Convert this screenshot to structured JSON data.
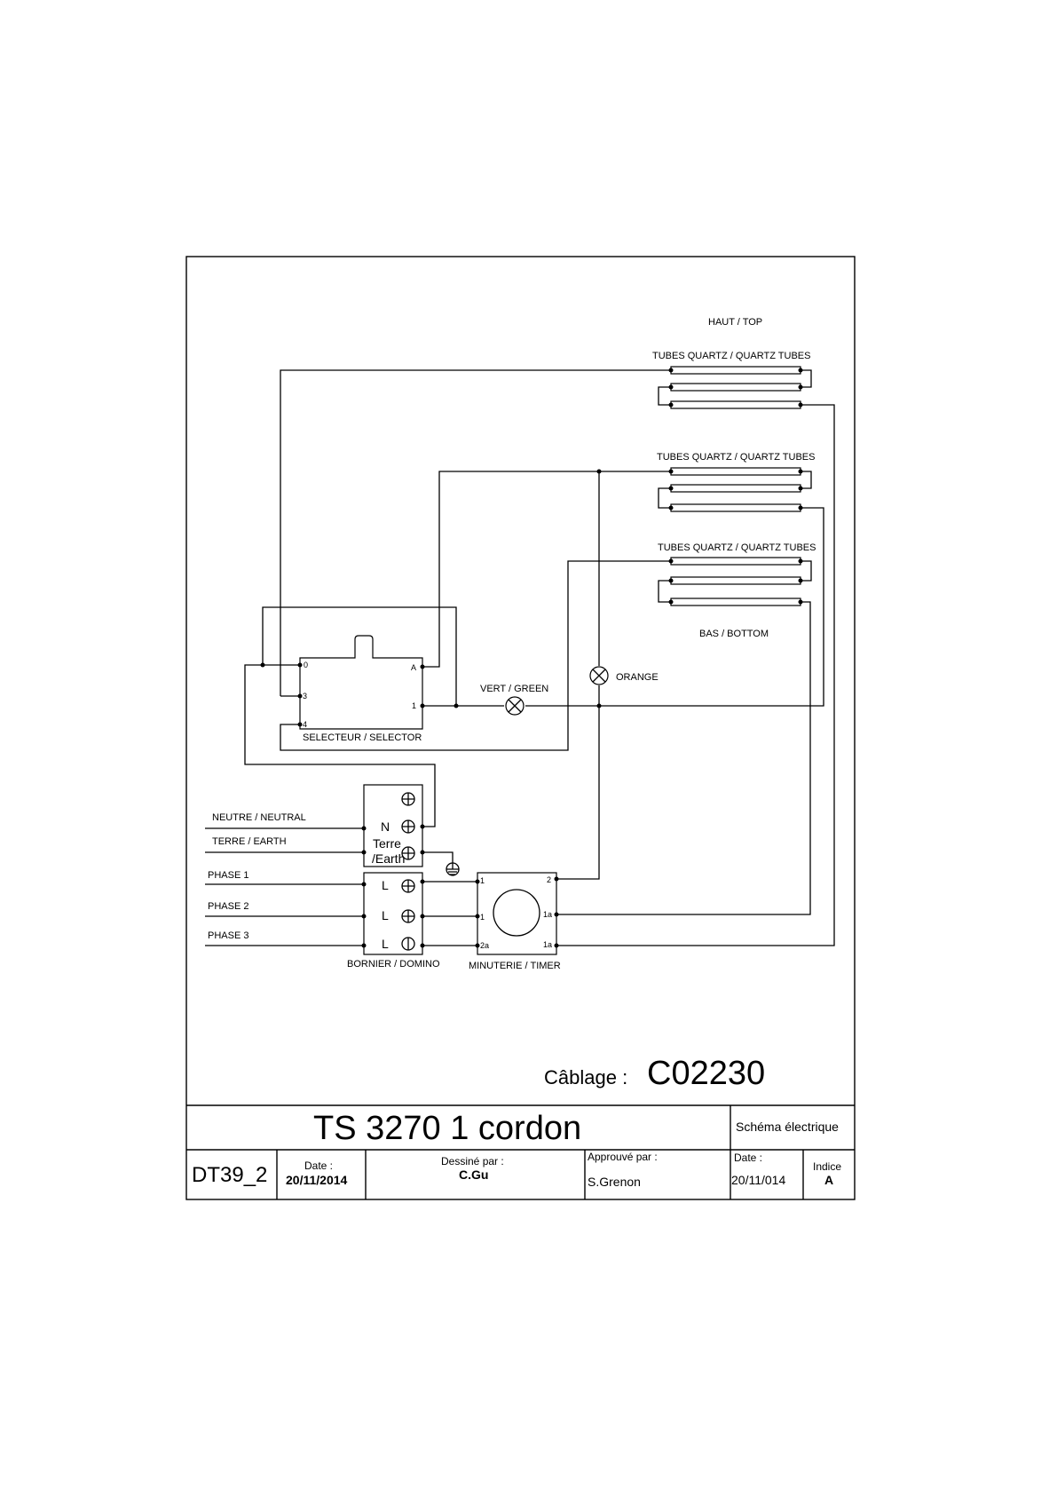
{
  "diagram": {
    "labels": {
      "top": "HAUT / TOP",
      "tubes_1": "TUBES QUARTZ / QUARTZ TUBES",
      "tubes_2": "TUBES QUARTZ / QUARTZ TUBES",
      "tubes_3": "TUBES QUARTZ / QUARTZ TUBES",
      "bottom": "BAS / BOTTOM",
      "orange": "ORANGE",
      "green": "VERT / GREEN",
      "selector": "SELECTEUR / SELECTOR",
      "neutral": "NEUTRE / NEUTRAL",
      "earth": "TERRE / EARTH",
      "phase1": "PHASE 1",
      "phase2": "PHASE 2",
      "phase3": "PHASE 3",
      "terminal_block": "BORNIER / DOMINO",
      "timer": "MINUTERIE / TIMER"
    },
    "selector_terminals": {
      "t0": "0",
      "t3": "3",
      "t4": "4",
      "tA": "A",
      "t1": "1"
    },
    "terminal_block_marks": {
      "n": "N",
      "terre": "Terre",
      "earth": "/Earth",
      "l1": "L",
      "l2": "L",
      "l3": "L"
    },
    "timer_terminals": {
      "in1": "1",
      "in2": "1",
      "in3": "2a",
      "out2": "2",
      "out1a_1": "1a",
      "out1a_2": "1a"
    }
  },
  "cabling": {
    "label": "Câblage :",
    "code": "C02230"
  },
  "title_block": {
    "title": "TS 3270 1 cordon",
    "schema": "Schéma électrique",
    "doc_id": "DT39_2",
    "date_label": "Date :",
    "date_value": "20/11/2014",
    "drawn_label": "Dessiné par :",
    "drawn_value": "C.Gu",
    "approved_label": "Approuvé par :",
    "approved_value": "S.Grenon",
    "date2_label": "Date :",
    "date2_value": "20/11/014",
    "index_label": "Indice",
    "index_value": "A"
  },
  "colors": {
    "ink": "#000000",
    "paper": "#ffffff"
  },
  "icons": [
    "lamp-icon",
    "earth-ground-icon",
    "screw-terminal-icon",
    "timer-dial-icon"
  ]
}
